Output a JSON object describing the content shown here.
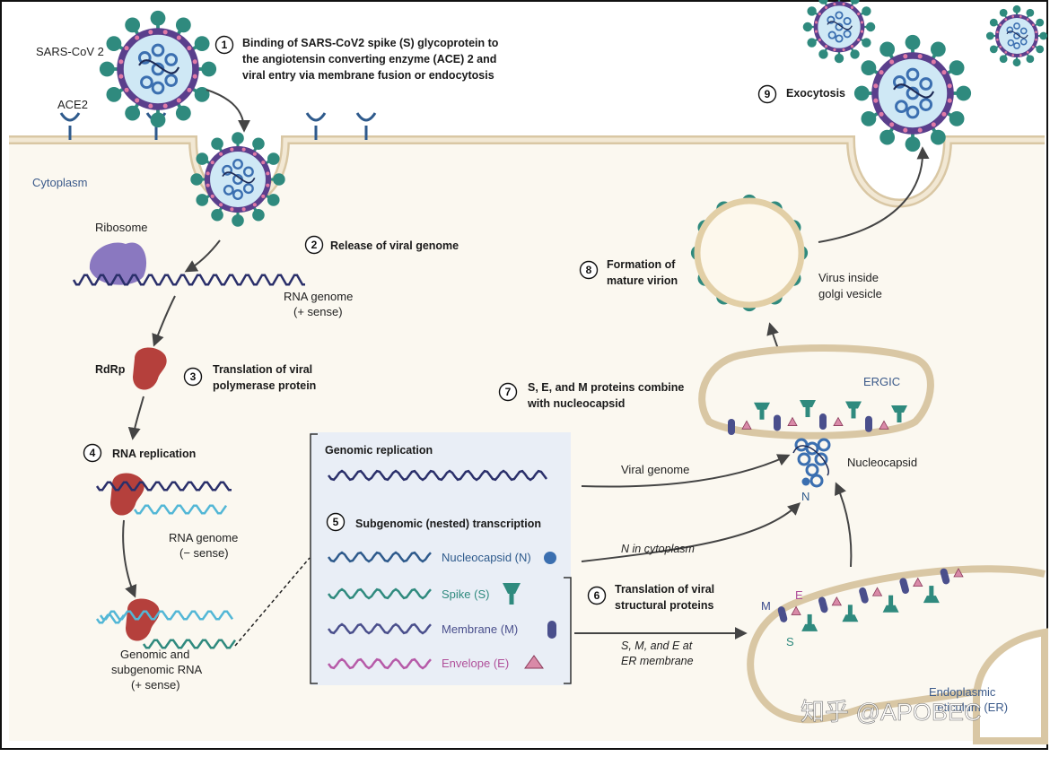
{
  "labels": {
    "sars": "SARS-CoV 2",
    "ace2": "ACE2",
    "cytoplasm": "Cytoplasm",
    "ribosome": "Ribosome",
    "rna_genome": "RNA genome",
    "plus_sense": "(+ sense)",
    "rdrp": "RdRp",
    "rna_genome_neg": "RNA genome",
    "minus_sense": "(− sense)",
    "genomic_sub_1": "Genomic and",
    "genomic_sub_2": "subgenomic RNA",
    "genomic_sub_3": "(+ sense)",
    "virus_inside_1": "Virus inside",
    "virus_inside_2": "golgi vesicle",
    "ergic": "ERGIC",
    "nucleocapsid": "Nucleocapsid",
    "n": "N",
    "viral_genome": "Viral genome",
    "n_in_cyto": "N in cytoplasm",
    "sme_1": "S, M, and E at",
    "sme_2": "ER membrane",
    "m": "M",
    "e": "E",
    "s": "S",
    "er_1": "Endoplasmic",
    "er_2": "reticulum (ER)",
    "watermark": "知乎 @APOBEC"
  },
  "steps": [
    {
      "num": "1",
      "lines": [
        "Binding of SARS-CoV2 spike (S) glycoprotein to",
        "the angiotensin converting enzyme (ACE) 2 and",
        "viral entry via membrane fusion or endocytosis"
      ]
    },
    {
      "num": "2",
      "lines": [
        "Release of viral genome"
      ]
    },
    {
      "num": "3",
      "lines": [
        "Translation of viral",
        "polymerase protein"
      ]
    },
    {
      "num": "4",
      "lines": [
        "RNA replication"
      ]
    },
    {
      "num": "5",
      "lines": [
        "Subgenomic (nested) transcription"
      ]
    },
    {
      "num": "6",
      "lines": [
        "Translation of viral",
        "structural proteins"
      ]
    },
    {
      "num": "7",
      "lines": [
        "S, E, and M proteins combine",
        "with nucleocapsid"
      ]
    },
    {
      "num": "8",
      "lines": [
        "Formation of",
        "mature virion"
      ]
    },
    {
      "num": "9",
      "lines": [
        "Exocytosis"
      ]
    }
  ],
  "panel": {
    "title": "Genomic replication",
    "items": [
      {
        "label": "Nucleocapsid (N)",
        "color": "#2e5a8c"
      },
      {
        "label": "Spike (S)",
        "color": "#2f8a7e"
      },
      {
        "label": "Membrane (M)",
        "color": "#4a4f8c"
      },
      {
        "label": "Envelope (E)",
        "color": "#b0509a"
      }
    ]
  },
  "colors": {
    "membrane": "#e5d5b8",
    "cytoplasm": "#fbf8f0",
    "spike": "#2f8a7e",
    "virion_ring": "#5a3f8c",
    "capsid": "#3b6fb0",
    "rdrp": "#b5403c",
    "ribosome": "#8a78c0",
    "panel_bg": "#e9eef6"
  }
}
